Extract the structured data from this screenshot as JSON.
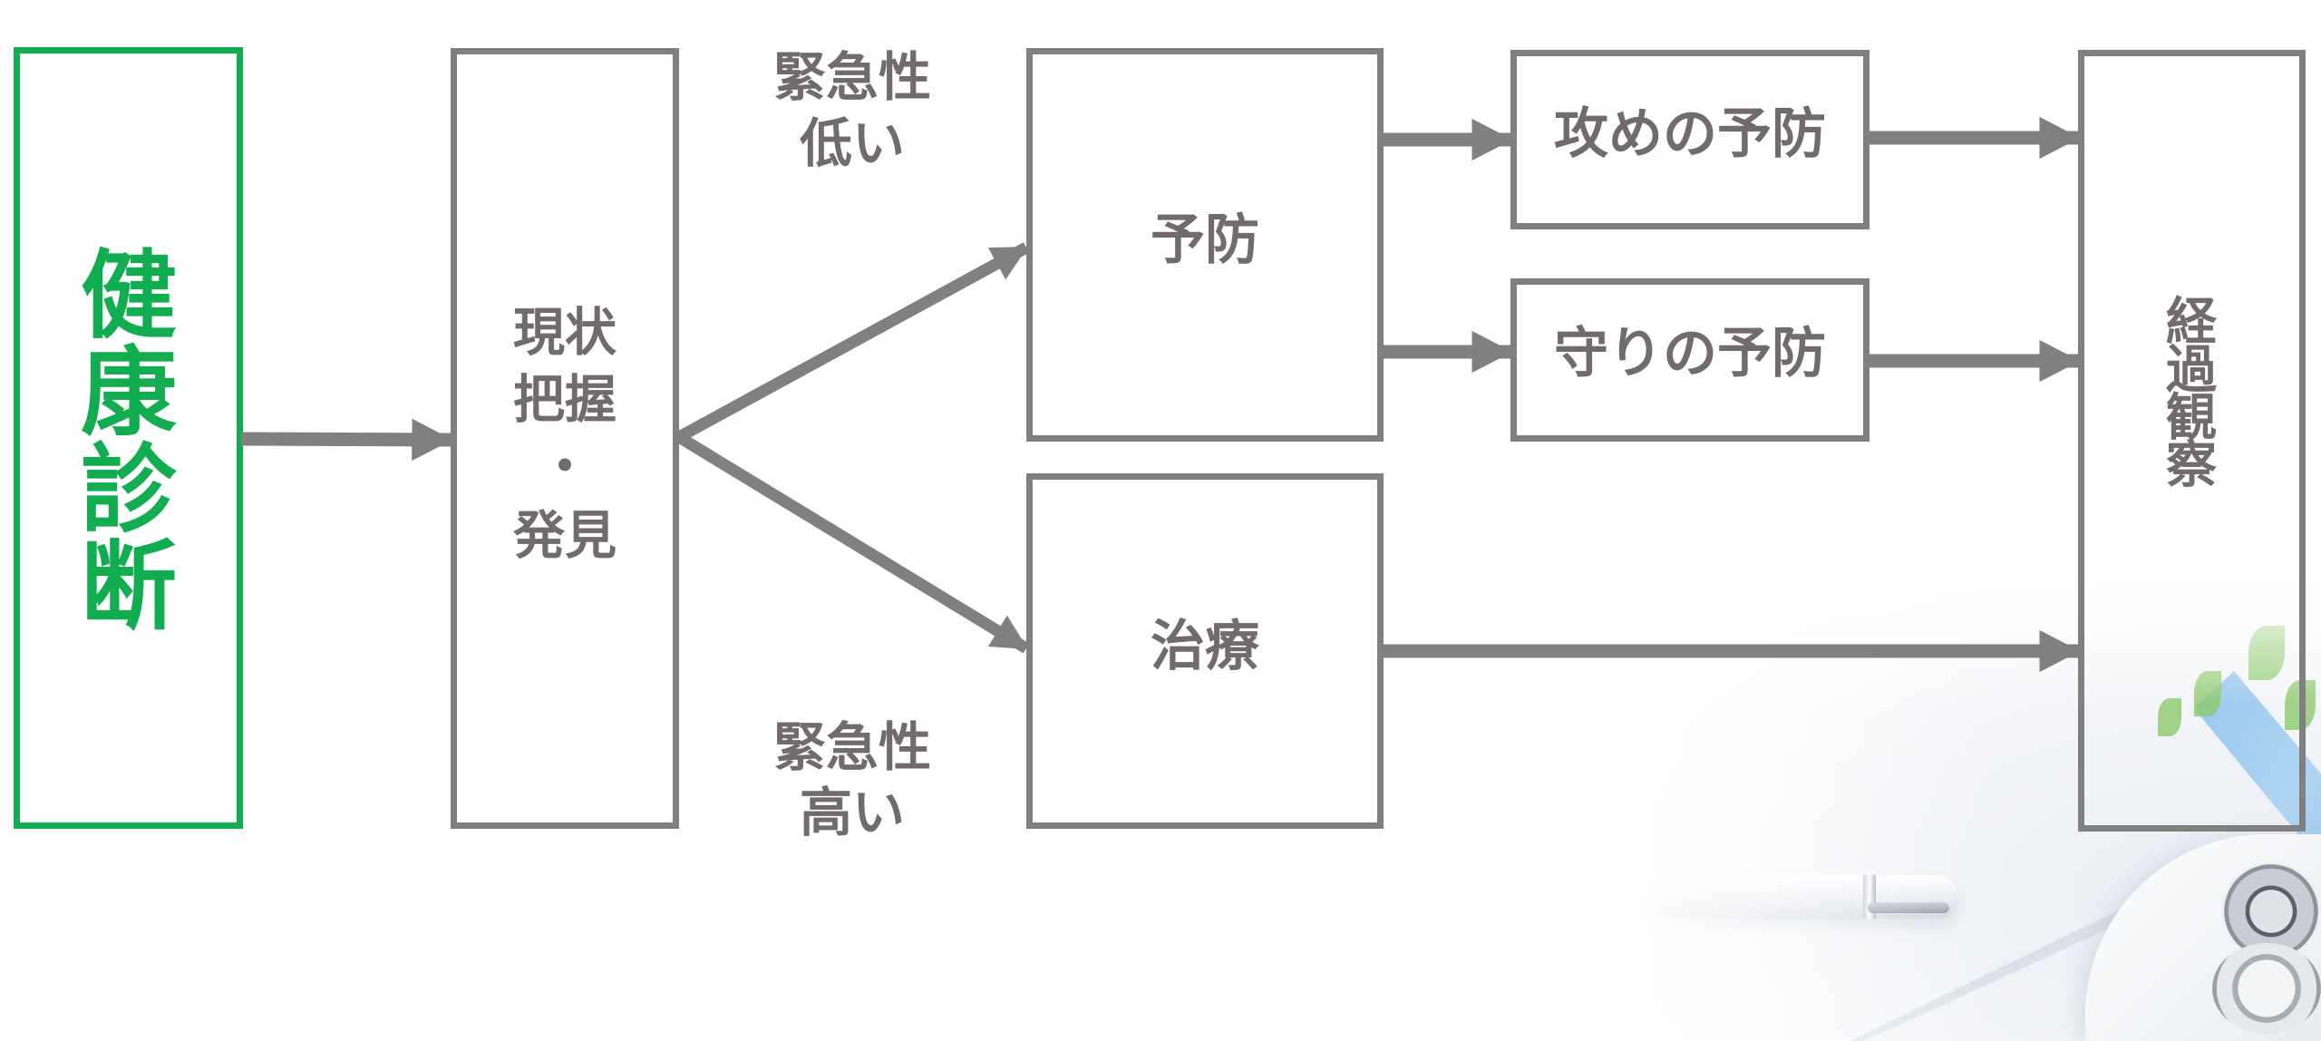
{
  "colors": {
    "accent_green": "#12ad50",
    "line_gray": "#808080",
    "text_gray": "#716b6b"
  },
  "nodes": {
    "health_checkup": {
      "label": [
        "健",
        "康",
        "診",
        "断"
      ]
    },
    "assessment": {
      "label": [
        "現状",
        "把握",
        "・",
        "発見"
      ]
    },
    "prevention": {
      "label": "予防"
    },
    "treatment": {
      "label": "治療"
    },
    "proactive_prevention": {
      "label": "攻めの予防"
    },
    "defensive_prevention": {
      "label": "守りの予防"
    },
    "follow_up": {
      "label": [
        "経",
        "過",
        "観",
        "察"
      ]
    }
  },
  "branch_labels": {
    "low_urgency": [
      "緊急性",
      "低い"
    ],
    "high_urgency": [
      "緊急性",
      "高い"
    ]
  },
  "edges": [
    {
      "from": "health_checkup",
      "to": "assessment"
    },
    {
      "from": "assessment",
      "to": "prevention",
      "condition": "low_urgency"
    },
    {
      "from": "assessment",
      "to": "treatment",
      "condition": "high_urgency"
    },
    {
      "from": "prevention",
      "to": "proactive_prevention"
    },
    {
      "from": "prevention",
      "to": "defensive_prevention"
    },
    {
      "from": "proactive_prevention",
      "to": "follow_up"
    },
    {
      "from": "defensive_prevention",
      "to": "follow_up"
    },
    {
      "from": "treatment",
      "to": "follow_up"
    }
  ],
  "background_image": {
    "icons": [
      "clipboard-icon",
      "pen-icon",
      "stethoscope-icon",
      "plant-icon"
    ]
  }
}
